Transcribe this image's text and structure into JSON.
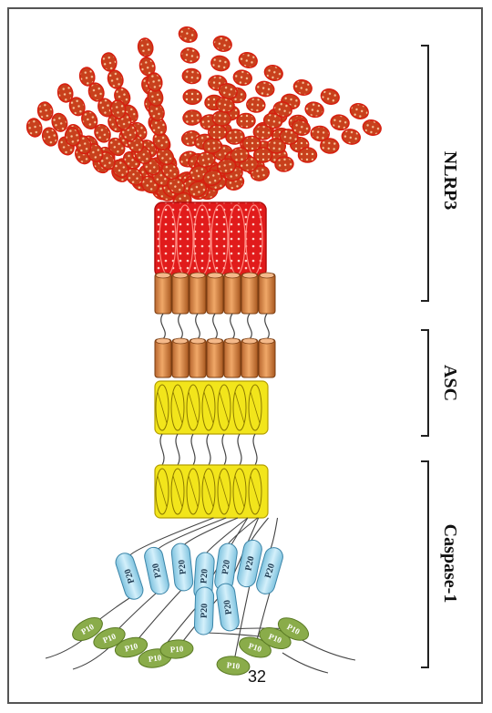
{
  "labels": {
    "nlrp3": "NLRP3",
    "asc": "ASC",
    "caspase": "Caspase-1",
    "p20": "P20",
    "p10": "P10",
    "page_number": "32"
  },
  "colors": {
    "lrr_fill": "#c8401c",
    "lrr_stroke": "#d71f10",
    "nacht_fill": "#e11b1b",
    "cylinder_fill": "#d98b4a",
    "card_fill": "#f2e51b",
    "p20_fill": "#a9dcef",
    "p10_fill": "#8aac4a",
    "linker": "#444444"
  }
}
